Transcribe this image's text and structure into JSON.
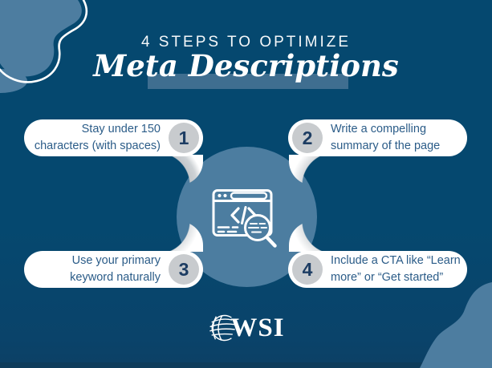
{
  "title": {
    "line1": "4 STEPS TO OPTIMIZE",
    "line2": "Meta Descriptions"
  },
  "steps": [
    {
      "number": "1",
      "text": "Stay under 150\ncharacters (with spaces)"
    },
    {
      "number": "2",
      "text": "Write a compelling\nsummary of the page"
    },
    {
      "number": "3",
      "text": "Use your primary\nkeyword naturally"
    },
    {
      "number": "4",
      "text": "Include a CTA like “Learn\nmore” or “Get started”"
    }
  ],
  "center_icon": "browser-window-code-magnifier",
  "logo": {
    "text": "WSI"
  },
  "colors": {
    "background": "#05486F",
    "accent_light_blue": "#4D7DA0",
    "title_band": "#3F6E90",
    "pill_white": "#FFFFFF",
    "badge_gray": "#C8CBCE",
    "number_navy": "#1D3D63",
    "step_text_blue": "#2B5C88",
    "bottom_strip": "#0E3C5B"
  }
}
